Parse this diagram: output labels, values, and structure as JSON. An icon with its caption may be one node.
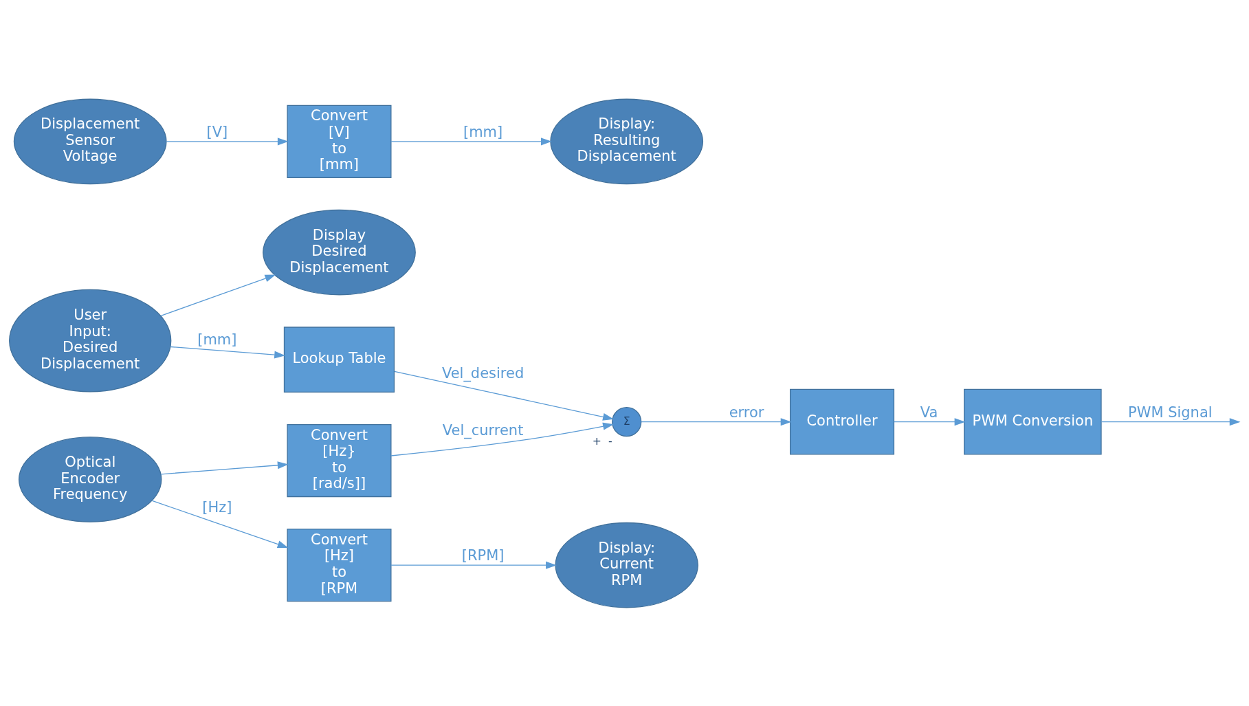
{
  "diagram": {
    "nodes": [
      {
        "text": [
          "User Input: Desired Displacement"
        ]
      },
      {
        "text": [
          "Display Desired Displacement"
        ]
      },
      {
        "text": [
          "Lookup Table"
        ]
      },
      {
        "text": [
          "Σ"
        ],
        "beside": [
          "+",
          "-"
        ]
      },
      {
        "text": [
          "Controller"
        ]
      },
      {
        "text": [
          "PWM Conversion"
        ]
      },
      {
        "text": [
          "Optical Encoder Frequency"
        ]
      },
      {
        "text": [
          "Convert [Hz} to [rad/s]]"
        ]
      },
      {
        "text": [
          "Convert [Hz] to [RPM"
        ]
      },
      {
        "text": [
          "Display: Current RPM"
        ]
      },
      {
        "text": [
          "Displacement Sensor Voltage"
        ]
      },
      {
        "text": [
          "Convert [V] to [mm]"
        ]
      },
      {
        "text": [
          "Display: Resulting Displacement"
        ]
      }
    ],
    "edges": [
      {
        "from": 0,
        "to": 1,
        "arrow": "to"
      },
      {
        "from": 0,
        "to": 2,
        "arrow": "to",
        "label": "[mm]"
      },
      {
        "from": 2,
        "to": 3,
        "arrow": "to",
        "label": "Vel_desired"
      },
      {
        "from": 3,
        "to": 4,
        "arrow": "to",
        "label": "error"
      },
      {
        "from": 4,
        "to": 5,
        "arrow": "to",
        "label": "Va"
      },
      {
        "from": 5,
        "to": null,
        "arrow": "to",
        "label": "PWM Signal"
      },
      {
        "from": 6,
        "to": 7,
        "arrow": "to"
      },
      {
        "from": 6,
        "to": 8,
        "arrow": "to",
        "label": "[Hz]"
      },
      {
        "from": 7,
        "to": 3,
        "arrow": "to",
        "label": "Vel_current"
      },
      {
        "from": 8,
        "to": 9,
        "arrow": "to",
        "label": "[RPM]"
      },
      {
        "from": 10,
        "to": 11,
        "arrow": "to",
        "label": "[V]"
      },
      {
        "from": 11,
        "to": 12,
        "arrow": "to",
        "label": "[mm]"
      }
    ]
  }
}
